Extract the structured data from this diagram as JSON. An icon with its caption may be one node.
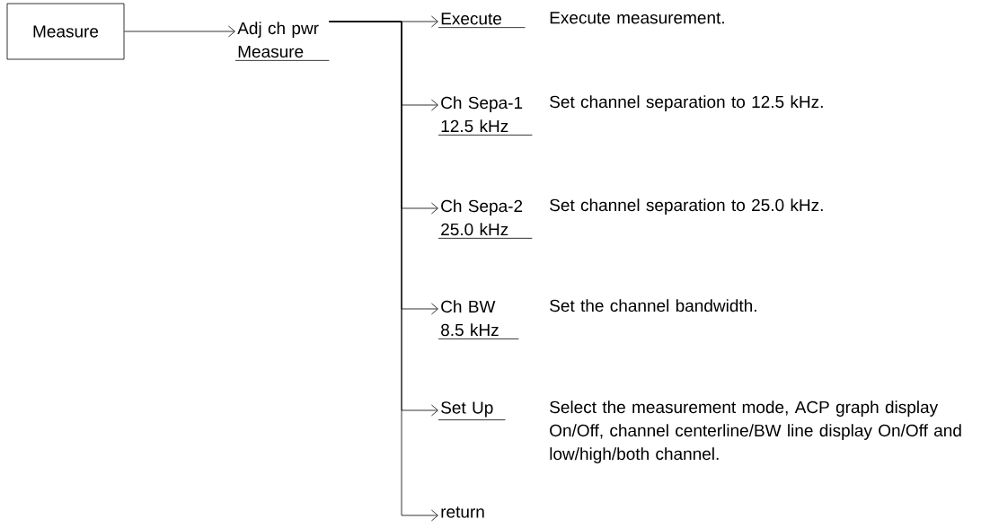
{
  "diagram": {
    "nodes": [
      {
        "text": [
          "Measure"
        ]
      },
      {
        "text": [
          "Adj ch pwr Measure"
        ]
      },
      {
        "text": [
          "Execute"
        ],
        "beside": [
          "Execute measurement."
        ]
      },
      {
        "text": [
          "Ch Sepa-1 12.5 kHz"
        ],
        "beside": [
          "Set channel separation to 12.5 kHz."
        ]
      },
      {
        "text": [
          "Ch Sepa-2 25.0 kHz"
        ],
        "beside": [
          "Set channel separation to 25.0 kHz."
        ]
      },
      {
        "text": [
          "Ch BW 8.5 kHz"
        ],
        "beside": [
          "Set the channel bandwidth."
        ]
      },
      {
        "text": [
          "Set Up"
        ],
        "beside": [
          "Select the measurement mode, ACP graph display On/Off, channel centerline/BW line display On/Off and low/high/both channel."
        ]
      },
      {
        "text": [
          "return"
        ]
      }
    ],
    "edges": [
      {
        "from": 0,
        "to": 1,
        "arrow": "to"
      },
      {
        "from": 1,
        "to": 2,
        "arrow": "to"
      },
      {
        "from": 1,
        "to": 3,
        "arrow": "to"
      },
      {
        "from": 1,
        "to": 4,
        "arrow": "to"
      },
      {
        "from": 1,
        "to": 5,
        "arrow": "to"
      },
      {
        "from": 1,
        "to": 6,
        "arrow": "to"
      },
      {
        "from": 1,
        "to": 7,
        "arrow": "to"
      }
    ]
  }
}
